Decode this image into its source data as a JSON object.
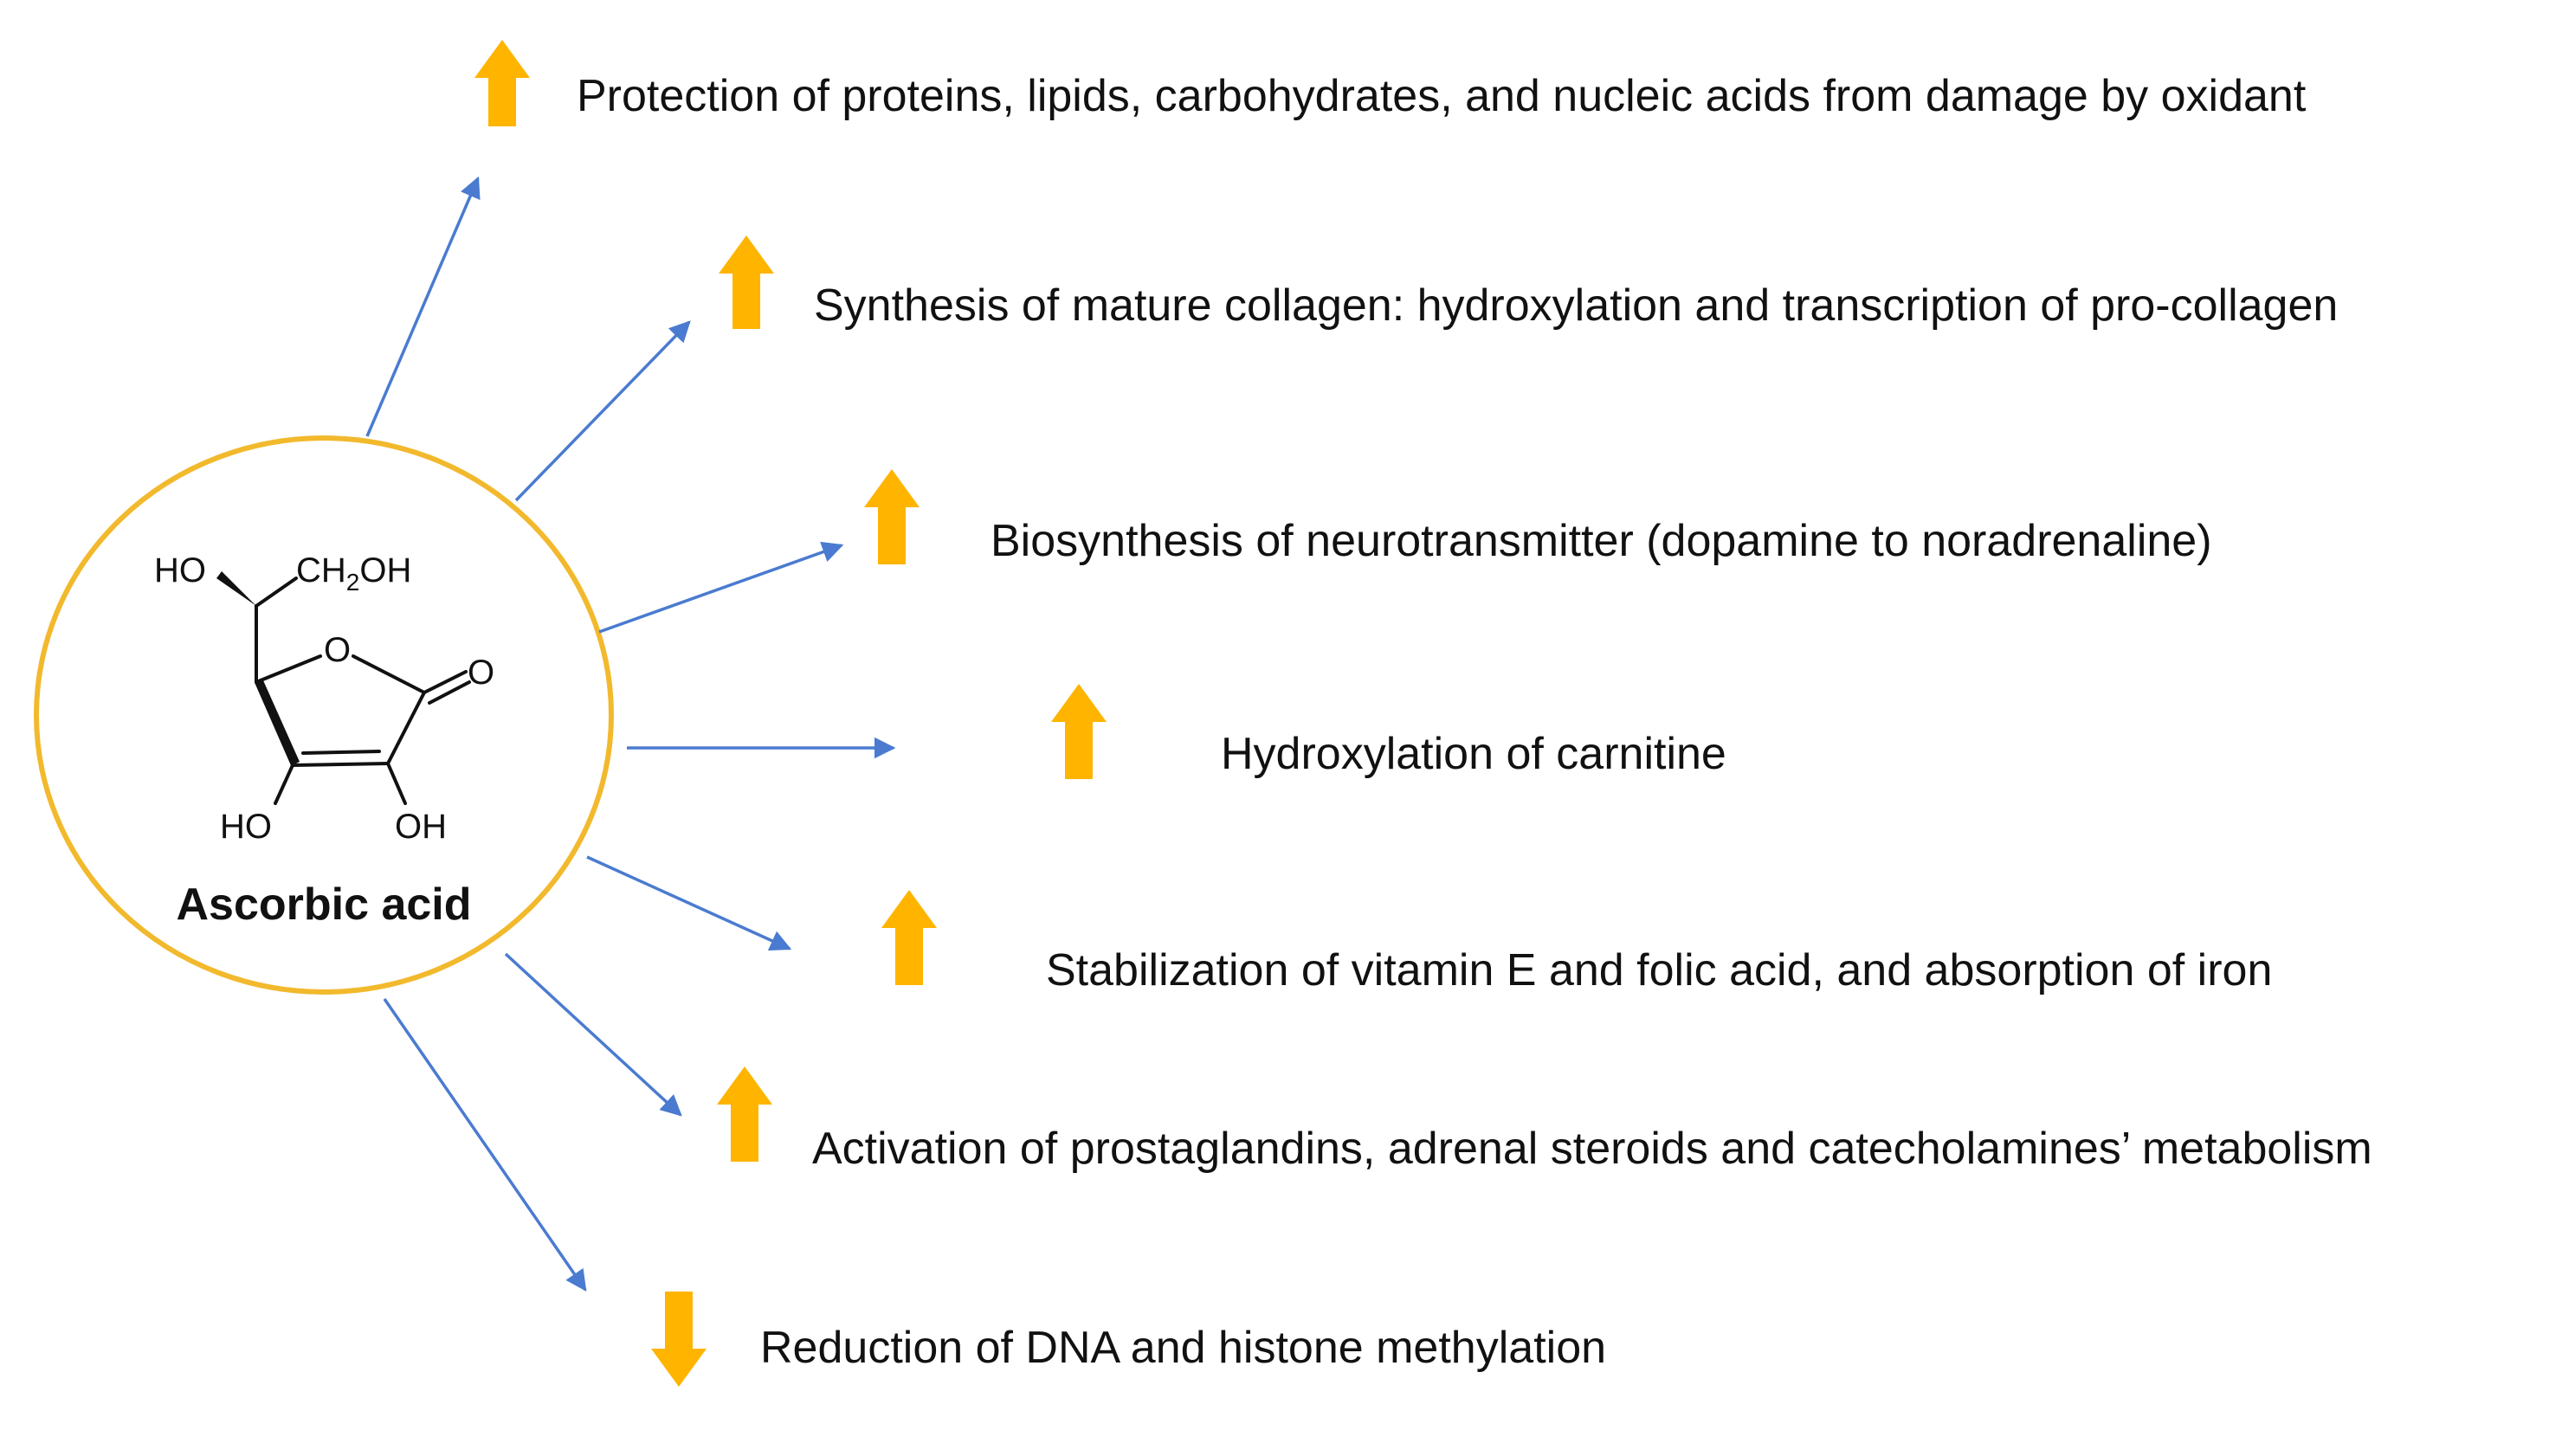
{
  "center": {
    "label": "Ascorbic acid",
    "ring_color": "#f2b92d",
    "structure_labels": {
      "ho_top": "HO",
      "ch2oh_ch": "CH",
      "ch2oh_sub": "2",
      "ch2oh_oh": "OH",
      "ring_o": "O",
      "carbonyl_o": "O",
      "ho_bottom_left": "HO",
      "oh_bottom_right": "OH"
    }
  },
  "arrow_color": "#4a7bd0",
  "indicator_color": "#ffb400",
  "effects": [
    {
      "label": "Protection of proteins, lipids, carbohydrates, and nucleic acids from damage by oxidant",
      "direction": "up"
    },
    {
      "label": "Synthesis of mature collagen: hydroxylation and transcription of pro-collagen",
      "direction": "up"
    },
    {
      "label": "Biosynthesis of neurotransmitter (dopamine to noradrenaline)",
      "direction": "up"
    },
    {
      "label": "Hydroxylation  of carnitine",
      "direction": "up"
    },
    {
      "label": "Stabilization of  vitamin E and folic acid, and absorption of iron",
      "direction": "up"
    },
    {
      "label": "Activation of  prostaglandins, adrenal steroids and catecholamines’ metabolism",
      "direction": "up"
    },
    {
      "label": "Reduction of  DNA and histone methylation",
      "direction": "down"
    }
  ]
}
